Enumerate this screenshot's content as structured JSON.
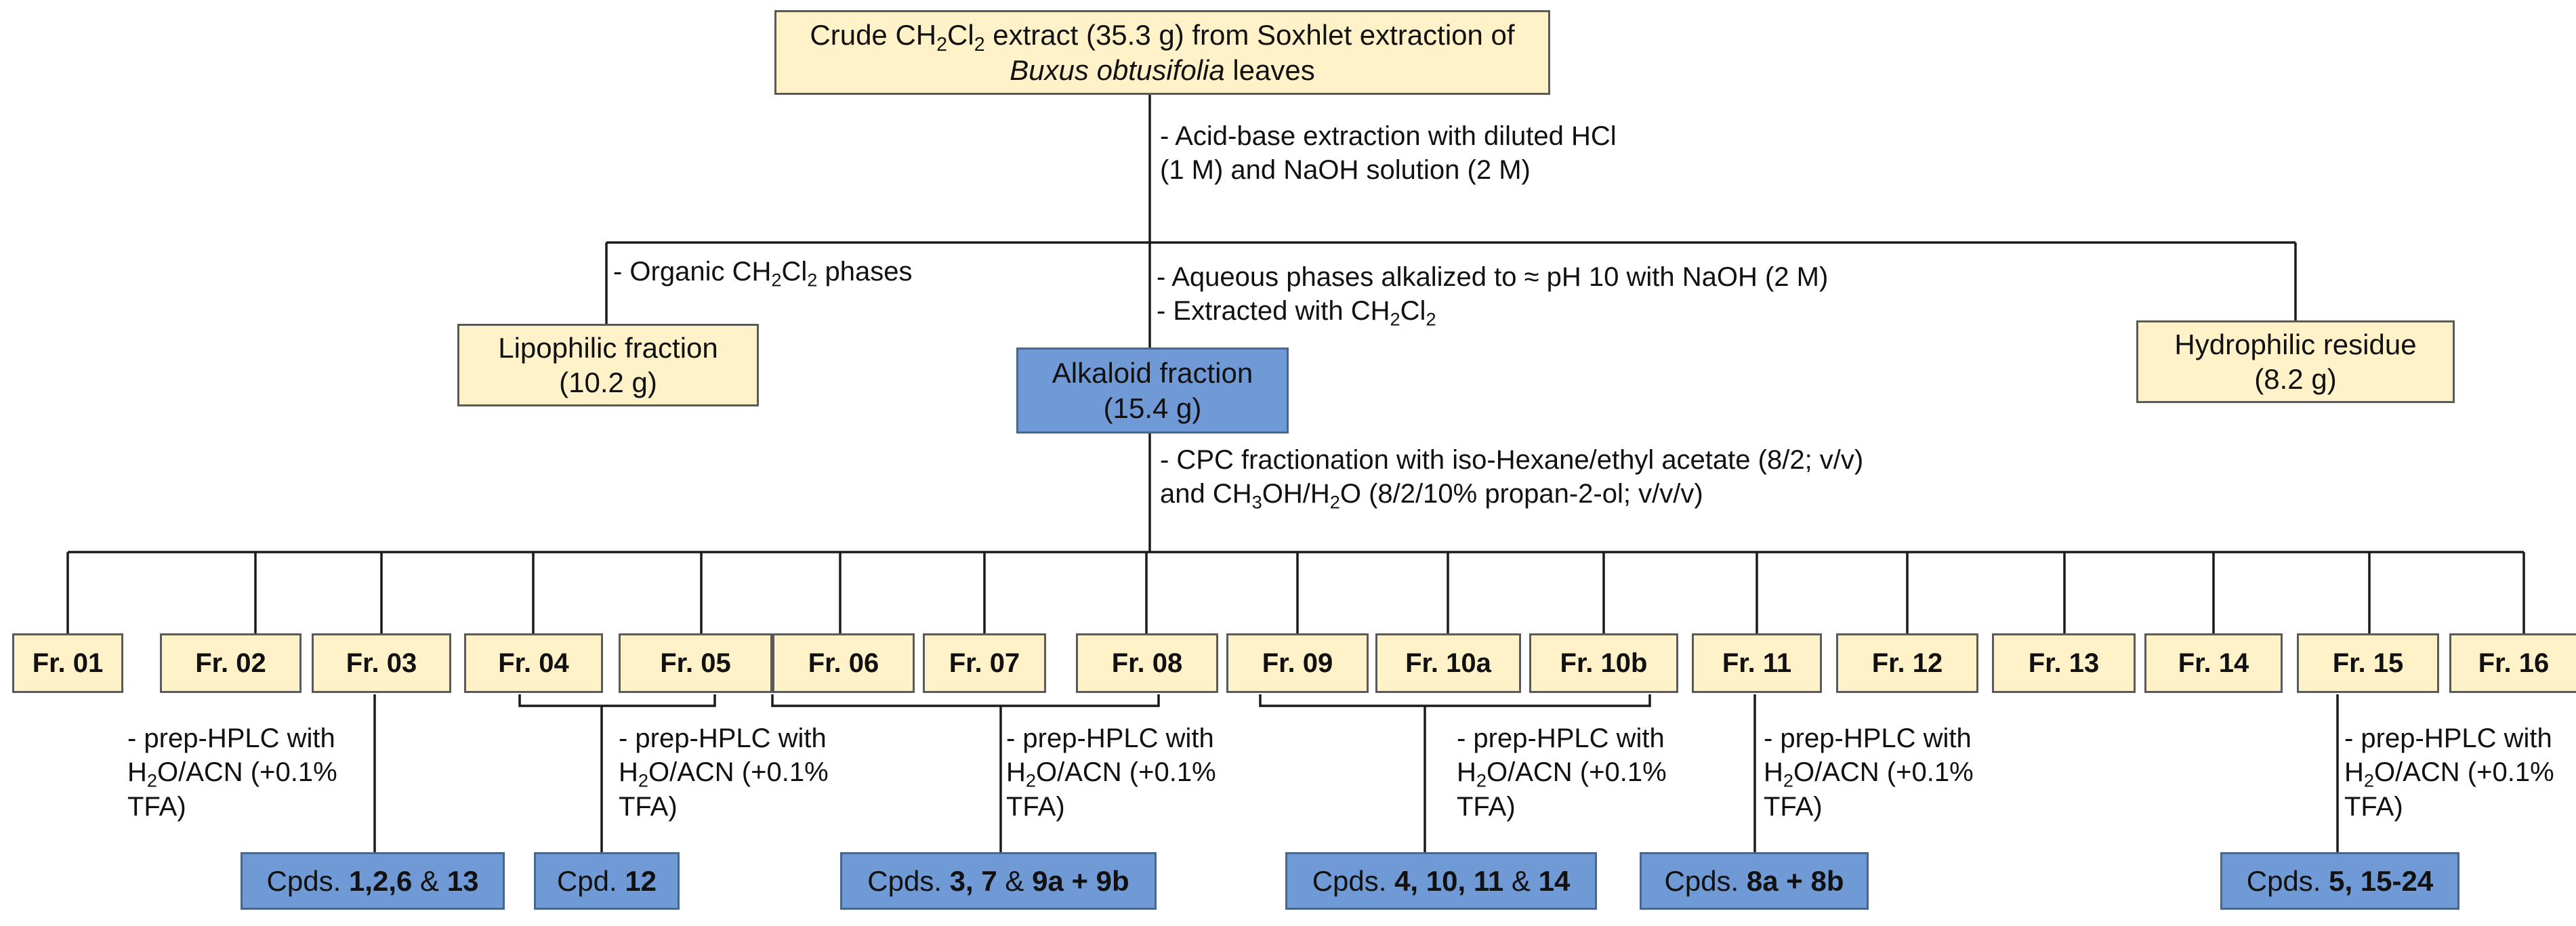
{
  "top_box": {
    "line1_pre": "Crude CH",
    "line1_sub1": "2",
    "line1_mid": "Cl",
    "line1_sub2": "2",
    "line1_post": " extract (35.3 g) from Soxhlet extraction of",
    "line2_italic": "Buxus obtusifolia",
    "line2_post": " leaves"
  },
  "acid_note": {
    "line1": "- Acid-base extraction with diluted HCl",
    "line2": "(1 M) and NaOH solution (2 M)"
  },
  "organic_note": {
    "pre": "- Organic CH",
    "sub1": "2",
    "mid": "Cl",
    "sub2": "2",
    "post": " phases"
  },
  "aqueous_note": {
    "line1": "- Aqueous phases alkalized to ≈ pH 10 with NaOH (2 M)",
    "line2_pre": "- Extracted with CH",
    "line2_sub1": "2",
    "line2_mid": "Cl",
    "line2_sub2": "2"
  },
  "lipophilic": {
    "line1": "Lipophilic fraction",
    "line2": "(10.2 g)"
  },
  "alkaloid": {
    "line1": "Alkaloid fraction",
    "line2": "(15.4 g)"
  },
  "hydrophilic": {
    "line1": "Hydrophilic residue",
    "line2": "(8.2 g)"
  },
  "cpc_note": {
    "line1": "- CPC fractionation with iso-Hexane/ethyl acetate (8/2; v/v)",
    "line2_pre": "and CH",
    "line2_sub1": "3",
    "line2_mid": "OH/H",
    "line2_sub2": "2",
    "line2_post": "O (8/2/10% propan-2-ol; v/v/v)"
  },
  "fractions": [
    "Fr. 01",
    "Fr. 02",
    "Fr. 03",
    "Fr. 04",
    "Fr. 05",
    "Fr. 06",
    "Fr. 07",
    "Fr. 08",
    "Fr. 09",
    "Fr. 10a",
    "Fr. 10b",
    "Fr. 11",
    "Fr. 12",
    "Fr. 13",
    "Fr. 14",
    "Fr. 15",
    "Fr. 16"
  ],
  "hplc_note": {
    "line1": "- prep-HPLC with",
    "line2_pre": "H",
    "line2_sub": "2",
    "line2_post": "O/ACN (+0.1%",
    "line3": "TFA)"
  },
  "compounds": [
    {
      "prefix": "Cpds. ",
      "parts": [
        {
          "t": "1,2,6",
          "b": true
        },
        {
          "t": " & ",
          "b": false
        },
        {
          "t": "13",
          "b": true
        }
      ]
    },
    {
      "prefix": "Cpd. ",
      "parts": [
        {
          "t": "12",
          "b": true
        }
      ]
    },
    {
      "prefix": "Cpds. ",
      "parts": [
        {
          "t": "3, 7",
          "b": true
        },
        {
          "t": " & ",
          "b": false
        },
        {
          "t": "9a + 9b",
          "b": true
        }
      ]
    },
    {
      "prefix": "Cpds. ",
      "parts": [
        {
          "t": "4, 10, 11",
          "b": true
        },
        {
          "t": " & ",
          "b": false
        },
        {
          "t": "14",
          "b": true
        }
      ]
    },
    {
      "prefix": "Cpds. ",
      "parts": [
        {
          "t": "8a + 8b",
          "b": true
        }
      ]
    },
    {
      "prefix": "Cpds. ",
      "parts": [
        {
          "t": "5, 15-24",
          "b": true
        }
      ]
    }
  ],
  "colors": {
    "cream": "#fff1c8",
    "blue": "#6f9ad6",
    "line": "#1a1a1a"
  }
}
